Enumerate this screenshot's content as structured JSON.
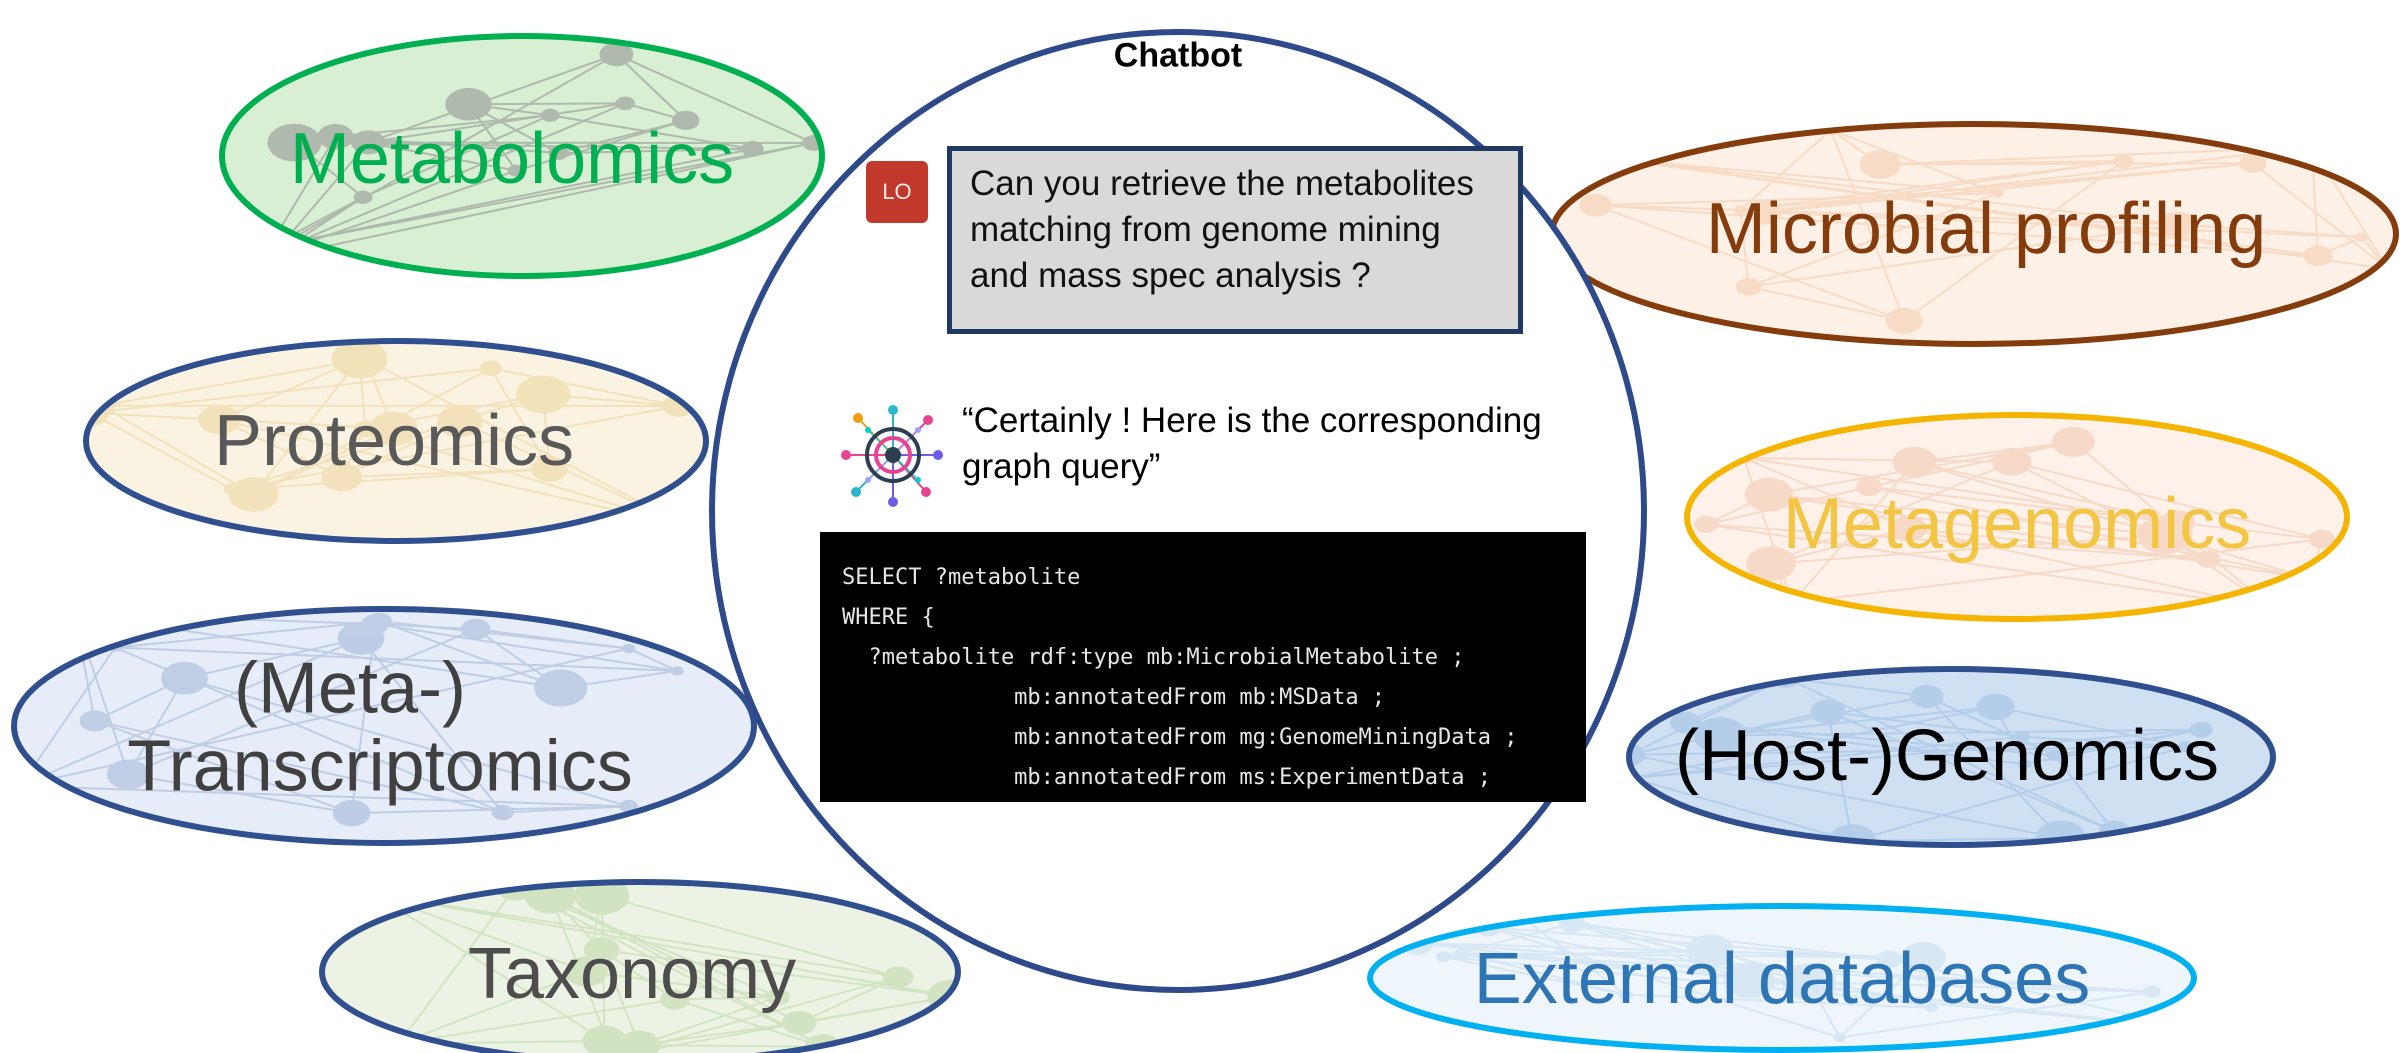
{
  "chatbot": {
    "title": "Chatbot",
    "user_avatar_initials": "LO",
    "user_message": "Can you retrieve the metabolites matching from genome mining and mass spec analysis ?",
    "bot_reply": "“Certainly ! Here is the corresponding graph query”",
    "query_lines": [
      "SELECT ?metabolite",
      "WHERE {",
      "  ?metabolite rdf:type mb:MicrobialMetabolite ;",
      "             mb:annotatedFrom mb:MSData ;",
      "             mb:annotatedFrom mg:GenomeMiningData ;",
      "             mb:annotatedFrom ms:ExperimentData ;"
    ],
    "border_color": "#2e4a8a"
  },
  "left_domains": [
    {
      "label": "Metabolomics",
      "text_color": "#00b050",
      "border_color": "#00b050",
      "fill_color": "#d9efd4",
      "node_color": "#8c8c8c"
    },
    {
      "label": "Proteomics",
      "text_color": "#595959",
      "border_color": "#2f4f8f",
      "fill_color": "#fbf3e2",
      "node_color": "#ecd39a"
    },
    {
      "label": "(Meta-)",
      "label_line2": "Transcriptomics",
      "text_color": "#404040",
      "border_color": "#2f4f8f",
      "fill_color": "#e6edf8",
      "node_color": "#9fb4d6"
    },
    {
      "label": "Taxonomy",
      "text_color": "#4d4d4d",
      "border_color": "#2f4f8f",
      "fill_color": "#edf3e4",
      "node_color": "#bcd6a6"
    }
  ],
  "right_domains": [
    {
      "label": "Microbial profiling",
      "text_color": "#843c0c",
      "border_color": "#843c0c",
      "fill_color": "#fdf0e6",
      "node_color": "#f3cba9"
    },
    {
      "label": "Metagenomics",
      "text_color": "#f4c542",
      "border_color": "#f4b400",
      "fill_color": "#fdf1ea",
      "node_color": "#f1c6aa"
    },
    {
      "label": "(Host-)Genomics",
      "text_color": "#000000",
      "border_color": "#2f4f8f",
      "fill_color": "#cfe0f3",
      "node_color": "#9fbde0"
    },
    {
      "label": "External databases",
      "text_color": "#2e75b6",
      "border_color": "#00b0f0",
      "fill_color": "#eef5fb",
      "node_color": "#c5daef"
    }
  ]
}
